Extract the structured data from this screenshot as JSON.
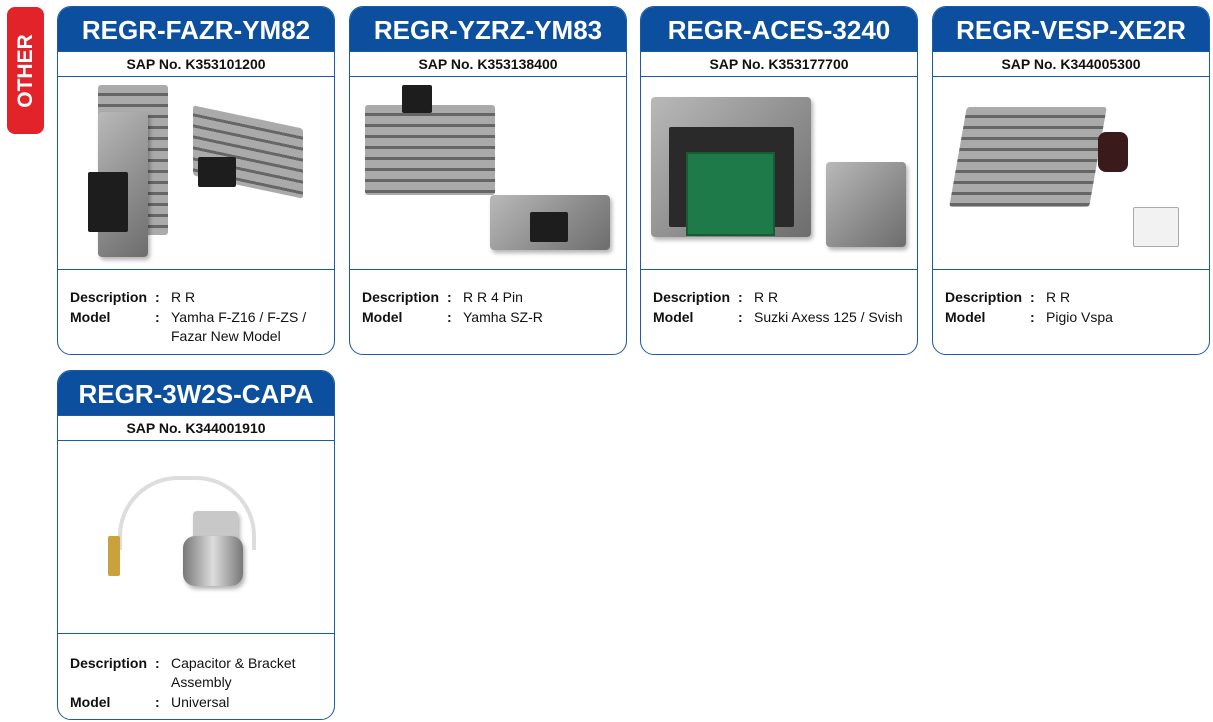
{
  "section_tab": "OTHER",
  "labels": {
    "description": "Description",
    "model": "Model",
    "colon": ":"
  },
  "products": [
    {
      "code": "REGR-FAZR-YM82",
      "sap": "SAP No. K353101200",
      "description": "R R",
      "model": "Yamha F-Z16 / F-ZS / Fazar New Model"
    },
    {
      "code": "REGR-YZRZ-YM83",
      "sap": "SAP No. K353138400",
      "description": "R R 4 Pin",
      "model": "Yamha SZ-R"
    },
    {
      "code": "REGR-ACES-3240",
      "sap": "SAP No. K353177700",
      "description": "R R",
      "model": "Suzki Axess 125 / Svish"
    },
    {
      "code": "REGR-VESP-XE2R",
      "sap": "SAP No. K344005300",
      "description": "R R",
      "model": "Pigio Vspa"
    },
    {
      "code": "REGR-3W2S-CAPA",
      "sap": "SAP No. K344001910",
      "description": "Capacitor & Bracket Assembly",
      "model": "Universal"
    }
  ],
  "colors": {
    "header": "#0b4f9e",
    "tab": "#e2232a"
  }
}
